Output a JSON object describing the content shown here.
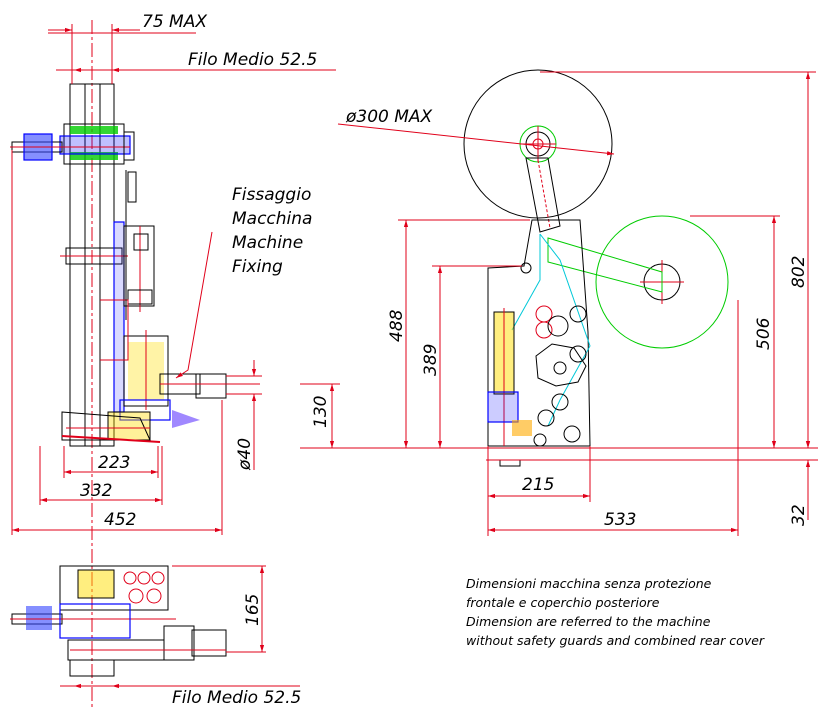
{
  "dimensions": {
    "max_width": "75 MAX",
    "filo_medio_top": "Filo Medio 52.5",
    "filo_medio_bottom": "Filo Medio 52.5",
    "reel_diameter": "ø300 MAX",
    "d488": "488",
    "d389": "389",
    "d130": "130",
    "d40": "ø40",
    "d223": "223",
    "d332": "332",
    "d452": "452",
    "d215": "215",
    "d533": "533",
    "d506": "506",
    "d802": "802",
    "d32": "32",
    "d165": "165"
  },
  "fixing_label": {
    "line1": "Fissaggio",
    "line2": "Macchina",
    "line3": "Machine",
    "line4": "Fixing"
  },
  "notes": {
    "line1": "Dimensioni macchina senza protezione",
    "line2": "frontale e coperchio posteriore",
    "line3": "Dimension are referred to the machine",
    "line4": "without safety guards and combined rear cover"
  },
  "colors": {
    "dimension_lines": "#e0001a",
    "outline": "#000000",
    "mechanism": "#0000ff",
    "reel_alt": "#00cc00",
    "label_path": "#00c8d8"
  }
}
